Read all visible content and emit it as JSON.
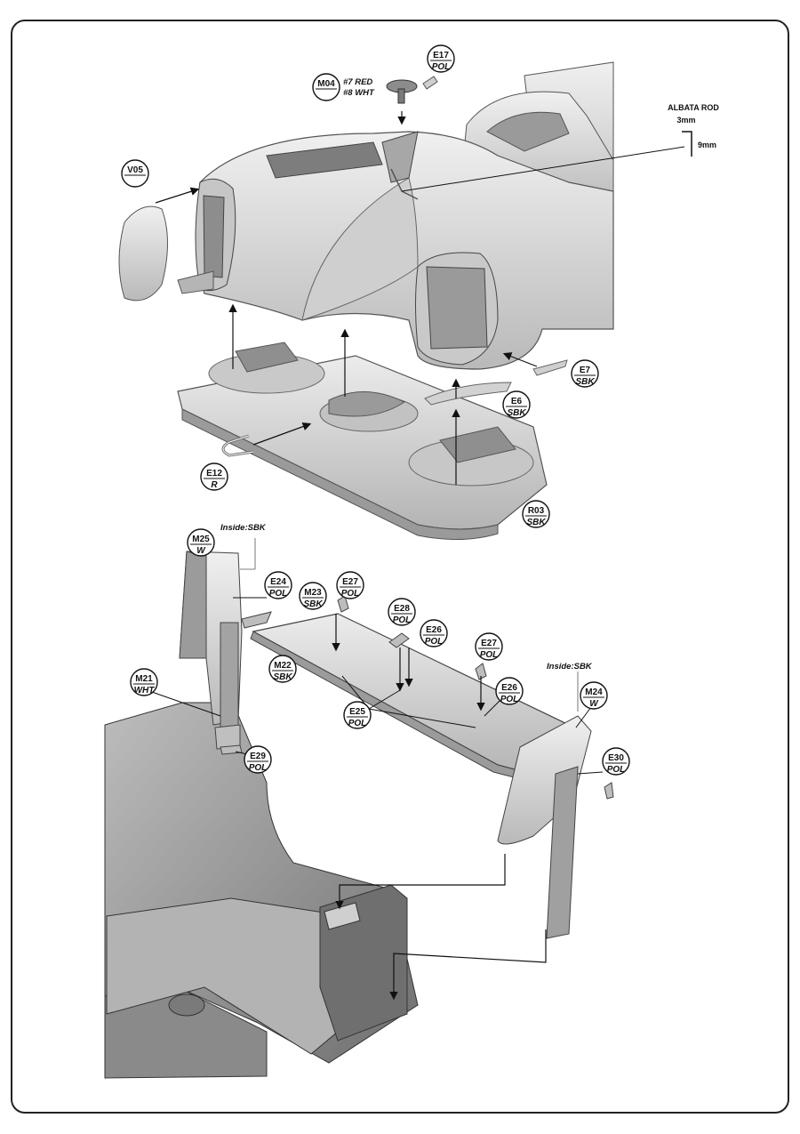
{
  "labels": {
    "v05": {
      "part": "V05"
    },
    "m04": {
      "part": "M04",
      "note1": "#7 RED",
      "note2": "#8 WHT"
    },
    "e17": {
      "part": "E17",
      "color": "POL"
    },
    "albata": {
      "title": "ALBATA ROD",
      "dim1": "3mm",
      "dim2": "9mm"
    },
    "e7": {
      "part": "E7",
      "color": "SBK"
    },
    "e6": {
      "part": "E6",
      "color": "SBK"
    },
    "e12": {
      "part": "E12",
      "color": "R"
    },
    "r03": {
      "part": "R03",
      "color": "SBK"
    },
    "m25": {
      "part": "M25",
      "color": "W",
      "note": "Inside:SBK"
    },
    "e24": {
      "part": "E24",
      "color": "POL"
    },
    "m23": {
      "part": "M23",
      "color": "SBK"
    },
    "e27a": {
      "part": "E27",
      "color": "POL"
    },
    "e28": {
      "part": "E28",
      "color": "POL"
    },
    "e26a": {
      "part": "E26",
      "color": "POL"
    },
    "e27b": {
      "part": "E27",
      "color": "POL"
    },
    "m22": {
      "part": "M22",
      "color": "SBK"
    },
    "m21": {
      "part": "M21",
      "color": "WHT"
    },
    "e26b": {
      "part": "E26",
      "color": "POL"
    },
    "m24": {
      "part": "M24",
      "color": "W",
      "note": "Inside:SBK"
    },
    "e25": {
      "part": "E25",
      "color": "POL"
    },
    "e29": {
      "part": "E29",
      "color": "POL"
    },
    "e30": {
      "part": "E30",
      "color": "POL"
    }
  },
  "colors": {
    "frame": "#222222",
    "part": "#d9d9d9",
    "part_dark": "#a8a8a8",
    "part_shadow": "#8a8a8a",
    "ink": "#111111"
  }
}
